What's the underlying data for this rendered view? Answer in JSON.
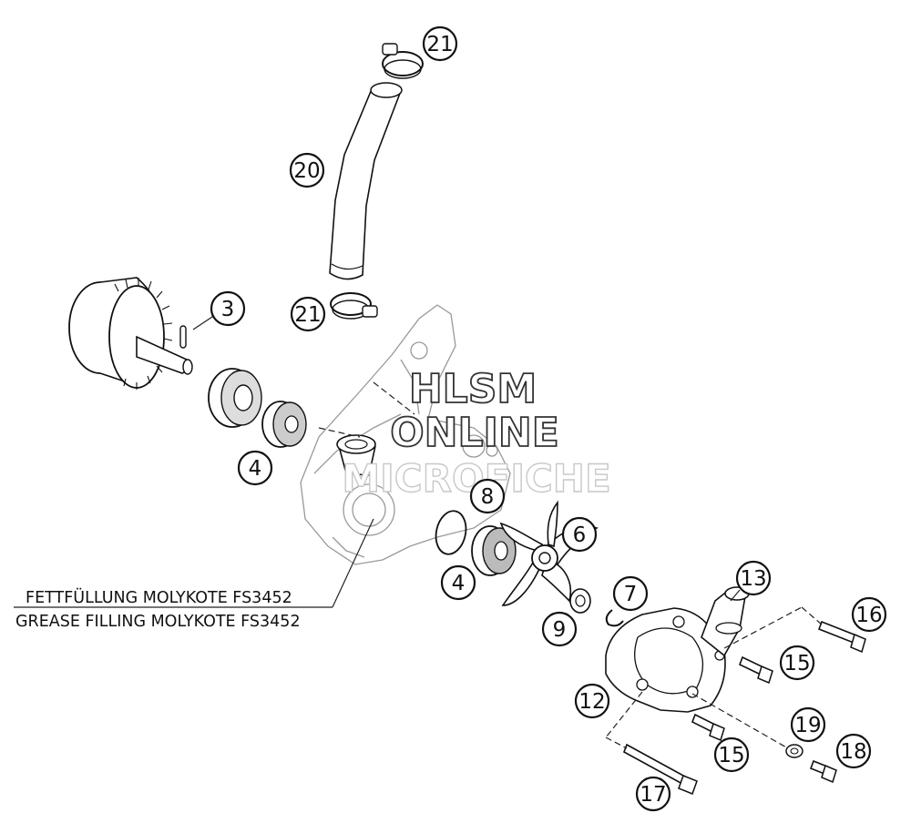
{
  "callouts": [
    {
      "id": "21-top",
      "label": "21"
    },
    {
      "id": "20",
      "label": "20"
    },
    {
      "id": "3",
      "label": "3"
    },
    {
      "id": "21-mid",
      "label": "21"
    },
    {
      "id": "4-upper",
      "label": "4"
    },
    {
      "id": "8",
      "label": "8"
    },
    {
      "id": "6",
      "label": "6"
    },
    {
      "id": "4-lower",
      "label": "4"
    },
    {
      "id": "7",
      "label": "7"
    },
    {
      "id": "9",
      "label": "9"
    },
    {
      "id": "13",
      "label": "13"
    },
    {
      "id": "16",
      "label": "16"
    },
    {
      "id": "15-upper",
      "label": "15"
    },
    {
      "id": "12",
      "label": "12"
    },
    {
      "id": "19",
      "label": "19"
    },
    {
      "id": "18",
      "label": "18"
    },
    {
      "id": "15-lower",
      "label": "15"
    },
    {
      "id": "17",
      "label": "17"
    }
  ],
  "notes": {
    "line1": "FETTFÜLLUNG MOLYKOTE FS3452",
    "line2": "GREASE FILLING MOLYKOTE FS3452"
  },
  "watermark": {
    "line1": "HLSM",
    "line2": "ONLINE",
    "line3": "MICROFICHE"
  }
}
